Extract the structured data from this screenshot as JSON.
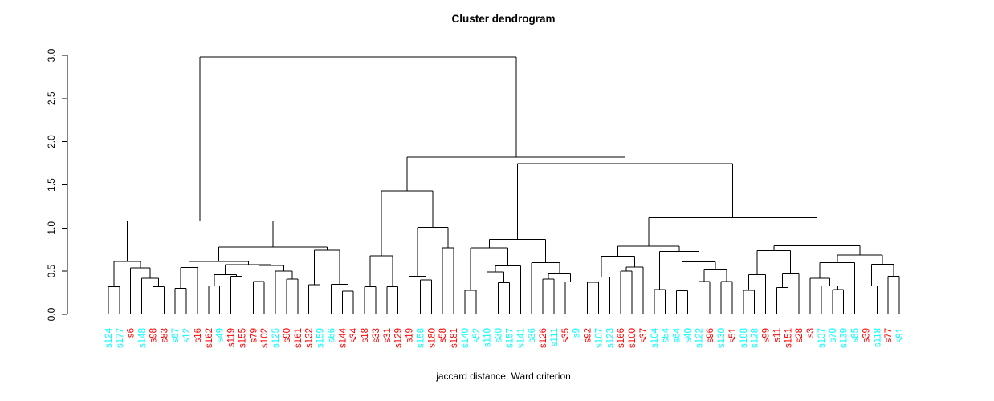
{
  "chart_data": {
    "type": "dendrogram",
    "title": "Cluster dendrogram",
    "xlabel": "jaccard distance, Ward criterion",
    "yaxis": {
      "min": 0.0,
      "max": 3.0,
      "step": 0.5,
      "ticks": [
        "0.0",
        "0.5",
        "1.0",
        "1.5",
        "2.0",
        "2.5",
        "3.0"
      ]
    },
    "palette": {
      "red": "#FF0000",
      "cyan": "#00FFFF",
      "line": "#000000"
    },
    "legend_note": "leaf labels colored red or cyan",
    "leaves": [
      {
        "label": "s124",
        "color": "cyan"
      },
      {
        "label": "s177",
        "color": "cyan"
      },
      {
        "label": "s6",
        "color": "red"
      },
      {
        "label": "s148",
        "color": "cyan"
      },
      {
        "label": "s98",
        "color": "red"
      },
      {
        "label": "s83",
        "color": "red"
      },
      {
        "label": "s67",
        "color": "cyan"
      },
      {
        "label": "s12",
        "color": "cyan"
      },
      {
        "label": "s16",
        "color": "red"
      },
      {
        "label": "s162",
        "color": "red"
      },
      {
        "label": "s49",
        "color": "cyan"
      },
      {
        "label": "s119",
        "color": "red"
      },
      {
        "label": "s155",
        "color": "red"
      },
      {
        "label": "s79",
        "color": "red"
      },
      {
        "label": "s102",
        "color": "red"
      },
      {
        "label": "s125",
        "color": "cyan"
      },
      {
        "label": "s90",
        "color": "red"
      },
      {
        "label": "s161",
        "color": "red"
      },
      {
        "label": "s132",
        "color": "red"
      },
      {
        "label": "s159",
        "color": "cyan"
      },
      {
        "label": "s66",
        "color": "cyan"
      },
      {
        "label": "s144",
        "color": "red"
      },
      {
        "label": "s34",
        "color": "red"
      },
      {
        "label": "s18",
        "color": "red"
      },
      {
        "label": "s33",
        "color": "red"
      },
      {
        "label": "s31",
        "color": "red"
      },
      {
        "label": "s129",
        "color": "red"
      },
      {
        "label": "s19",
        "color": "red"
      },
      {
        "label": "s158",
        "color": "cyan"
      },
      {
        "label": "s180",
        "color": "red"
      },
      {
        "label": "s58",
        "color": "red"
      },
      {
        "label": "s181",
        "color": "red"
      },
      {
        "label": "s140",
        "color": "cyan"
      },
      {
        "label": "s52",
        "color": "cyan"
      },
      {
        "label": "s110",
        "color": "cyan"
      },
      {
        "label": "s30",
        "color": "cyan"
      },
      {
        "label": "s157",
        "color": "cyan"
      },
      {
        "label": "s141",
        "color": "cyan"
      },
      {
        "label": "s36",
        "color": "cyan"
      },
      {
        "label": "s126",
        "color": "red"
      },
      {
        "label": "s111",
        "color": "cyan"
      },
      {
        "label": "s35",
        "color": "red"
      },
      {
        "label": "s9",
        "color": "cyan"
      },
      {
        "label": "s92",
        "color": "red"
      },
      {
        "label": "s107",
        "color": "cyan"
      },
      {
        "label": "s123",
        "color": "cyan"
      },
      {
        "label": "s166",
        "color": "red"
      },
      {
        "label": "s100",
        "color": "red"
      },
      {
        "label": "s37",
        "color": "red"
      },
      {
        "label": "s104",
        "color": "cyan"
      },
      {
        "label": "s54",
        "color": "cyan"
      },
      {
        "label": "s64",
        "color": "cyan"
      },
      {
        "label": "s40",
        "color": "cyan"
      },
      {
        "label": "s122",
        "color": "cyan"
      },
      {
        "label": "s96",
        "color": "red"
      },
      {
        "label": "s130",
        "color": "cyan"
      },
      {
        "label": "s51",
        "color": "red"
      },
      {
        "label": "s188",
        "color": "cyan"
      },
      {
        "label": "s128",
        "color": "cyan"
      },
      {
        "label": "s99",
        "color": "red"
      },
      {
        "label": "s11",
        "color": "red"
      },
      {
        "label": "s151",
        "color": "red"
      },
      {
        "label": "s28",
        "color": "red"
      },
      {
        "label": "s3",
        "color": "red"
      },
      {
        "label": "s137",
        "color": "cyan"
      },
      {
        "label": "s70",
        "color": "cyan"
      },
      {
        "label": "s139",
        "color": "cyan"
      },
      {
        "label": "s85",
        "color": "cyan"
      },
      {
        "label": "s39",
        "color": "red"
      },
      {
        "label": "s118",
        "color": "cyan"
      },
      {
        "label": "s77",
        "color": "red"
      },
      {
        "label": "s91",
        "color": "cyan"
      }
    ],
    "tree": {
      "h": 2.98,
      "c": [
        {
          "h": 1.08,
          "c": [
            {
              "h": 0.615,
              "c": [
                {
                  "h": 0.32,
                  "c": [
                    "s124",
                    "s177"
                  ]
                },
                {
                  "h": 0.54,
                  "c": [
                    "s6",
                    {
                      "h": 0.42,
                      "c": [
                        "s148",
                        {
                          "h": 0.32,
                          "c": [
                            "s98",
                            "s83"
                          ]
                        }
                      ]
                    }
                  ]
                }
              ]
            },
            {
              "h": 0.78,
              "c": [
                {
                  "h": 0.615,
                  "c": [
                    {
                      "h": 0.545,
                      "c": [
                        {
                          "h": 0.3,
                          "c": [
                            "s67",
                            "s12"
                          ]
                        },
                        "s16"
                      ]
                    },
                    {
                      "h": 0.575,
                      "c": [
                        {
                          "h": 0.46,
                          "c": [
                            {
                              "h": 0.33,
                              "c": [
                                "s162",
                                "s49"
                              ]
                            },
                            {
                              "h": 0.44,
                              "c": [
                                "s119",
                                "s155"
                              ]
                            }
                          ]
                        },
                        {
                          "h": 0.565,
                          "c": [
                            {
                              "h": 0.38,
                              "c": [
                                "s79",
                                "s102"
                              ]
                            },
                            {
                              "h": 0.5,
                              "c": [
                                "s125",
                                {
                                  "h": 0.41,
                                  "c": [
                                    "s90",
                                    "s161"
                                  ]
                                }
                              ]
                            }
                          ]
                        }
                      ]
                    }
                  ]
                },
                {
                  "h": 0.745,
                  "c": [
                    {
                      "h": 0.345,
                      "c": [
                        "s132",
                        "s159"
                      ]
                    },
                    {
                      "h": 0.35,
                      "c": [
                        "s66",
                        {
                          "h": 0.27,
                          "c": [
                            "s144",
                            "s34"
                          ]
                        }
                      ]
                    }
                  ]
                }
              ]
            }
          ]
        },
        {
          "h": 1.82,
          "c": [
            {
              "h": 1.43,
              "c": [
                {
                  "h": 0.68,
                  "c": [
                    {
                      "h": 0.32,
                      "c": [
                        "s18",
                        "s33"
                      ]
                    },
                    {
                      "h": 0.32,
                      "c": [
                        "s31",
                        "s129"
                      ]
                    }
                  ]
                },
                {
                  "h": 1.01,
                  "c": [
                    {
                      "h": 0.44,
                      "c": [
                        "s19",
                        {
                          "h": 0.4,
                          "c": [
                            "s158",
                            "s180"
                          ]
                        }
                      ]
                    },
                    {
                      "h": 0.77,
                      "c": [
                        "s58",
                        "s181"
                      ]
                    }
                  ]
                }
              ]
            },
            {
              "h": 1.745,
              "c": [
                {
                  "h": 0.87,
                  "c": [
                    {
                      "h": 0.77,
                      "c": [
                        {
                          "h": 0.28,
                          "c": [
                            "s140",
                            "s52"
                          ]
                        },
                        {
                          "h": 0.56,
                          "c": [
                            {
                              "h": 0.49,
                              "c": [
                                "s110",
                                {
                                  "h": 0.365,
                                  "c": [
                                    "s30",
                                    "s157"
                                  ]
                                }
                              ]
                            },
                            "s141"
                          ]
                        }
                      ]
                    },
                    {
                      "h": 0.6,
                      "c": [
                        "s36",
                        {
                          "h": 0.47,
                          "c": [
                            {
                              "h": 0.41,
                              "c": [
                                "s126",
                                "s111"
                              ]
                            },
                            {
                              "h": 0.375,
                              "c": [
                                "s35",
                                "s9"
                              ]
                            }
                          ]
                        }
                      ]
                    }
                  ]
                },
                {
                  "h": 1.12,
                  "c": [
                    {
                      "h": 0.79,
                      "c": [
                        {
                          "h": 0.675,
                          "c": [
                            {
                              "h": 0.43,
                              "c": [
                                {
                                  "h": 0.37,
                                  "c": [
                                    "s92",
                                    "s107"
                                  ]
                                },
                                "s123"
                              ]
                            },
                            {
                              "h": 0.55,
                              "c": [
                                {
                                  "h": 0.5,
                                  "c": [
                                    "s166",
                                    "s100"
                                  ]
                                },
                                "s37"
                              ]
                            }
                          ]
                        },
                        {
                          "h": 0.73,
                          "c": [
                            {
                              "h": 0.29,
                              "c": [
                                "s104",
                                "s54"
                              ]
                            },
                            {
                              "h": 0.61,
                              "c": [
                                {
                                  "h": 0.276,
                                  "c": [
                                    "s64",
                                    "s40"
                                  ]
                                },
                                {
                                  "h": 0.514,
                                  "c": [
                                    {
                                      "h": 0.38,
                                      "c": [
                                        "s122",
                                        "s96"
                                      ]
                                    },
                                    {
                                      "h": 0.38,
                                      "c": [
                                        "s130",
                                        "s51"
                                      ]
                                    }
                                  ]
                                }
                              ]
                            }
                          ]
                        }
                      ]
                    },
                    {
                      "h": 0.796,
                      "c": [
                        {
                          "h": 0.74,
                          "c": [
                            {
                              "h": 0.46,
                              "c": [
                                {
                                  "h": 0.28,
                                  "c": [
                                    "s188",
                                    "s128"
                                  ]
                                },
                                "s99"
                              ]
                            },
                            {
                              "h": 0.47,
                              "c": [
                                {
                                  "h": 0.31,
                                  "c": [
                                    "s11",
                                    "s151"
                                  ]
                                },
                                "s28"
                              ]
                            }
                          ]
                        },
                        {
                          "h": 0.687,
                          "c": [
                            {
                              "h": 0.6,
                              "c": [
                                {
                                  "h": 0.42,
                                  "c": [
                                    "s3",
                                    {
                                      "h": 0.33,
                                      "c": [
                                        "s137",
                                        {
                                          "h": 0.29,
                                          "c": [
                                            "s70",
                                            "s139"
                                          ]
                                        }
                                      ]
                                    }
                                  ]
                                },
                                "s85"
                              ]
                            },
                            {
                              "h": 0.58,
                              "c": [
                                {
                                  "h": 0.33,
                                  "c": [
                                    "s39",
                                    "s118"
                                  ]
                                },
                                {
                                  "h": 0.44,
                                  "c": [
                                    "s77",
                                    "s91"
                                  ]
                                }
                              ]
                            }
                          ]
                        }
                      ]
                    }
                  ]
                }
              ]
            }
          ]
        }
      ]
    }
  }
}
